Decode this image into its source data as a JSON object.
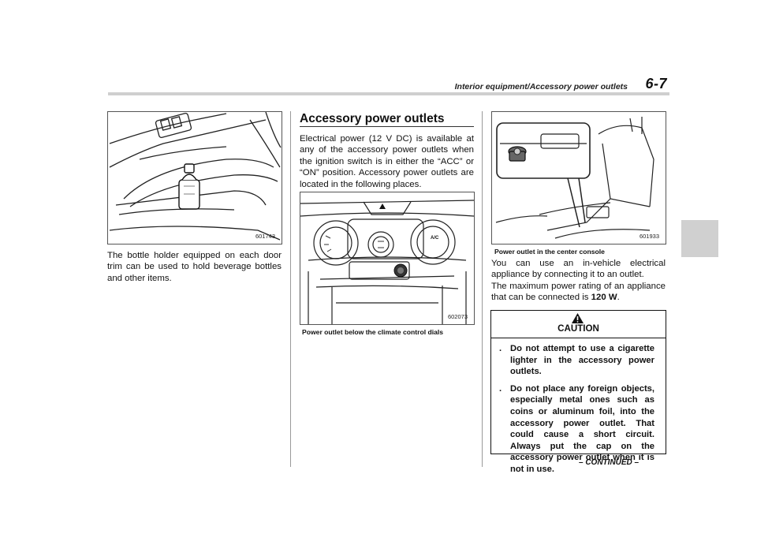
{
  "header": {
    "title": "Interior equipment/Accessory power outlets",
    "page_number": "6-7"
  },
  "left_column": {
    "figure_code": "601743",
    "paragraph": "The bottle holder equipped on each door trim can be used to hold beverage bottles and other items."
  },
  "middle_column": {
    "section_title": "Accessory power outlets",
    "paragraph": "Electrical power (12 V DC) is available at any of the accessory power outlets when the ignition switch is in either the “ACC” or “ON” position. Accessory power outlets are located in the following places.",
    "figure_code": "602073",
    "figure_label_ac": "A/C",
    "caption": "Power outlet below the climate control dials"
  },
  "right_column": {
    "figure_code": "601933",
    "caption": "Power outlet in the center console",
    "paragraph1": "You can use an in-vehicle electrical appliance by connecting it to an outlet.",
    "paragraph2_prefix": "The maximum power rating of an appliance that can be connected is ",
    "paragraph2_value": "120 W",
    "paragraph2_suffix": ".",
    "caution": {
      "heading": "CAUTION",
      "bullets": [
        "Do not attempt to use a cigarette lighter in the accessory power outlets.",
        "Do not place any foreign objects, especially metal ones such as coins or aluminum foil, into the accessory power outlet. That could cause a short circuit. Always put the cap on the accessory power outlet when it is not in use."
      ]
    }
  },
  "footer": {
    "continued": "– CONTINUED –"
  }
}
